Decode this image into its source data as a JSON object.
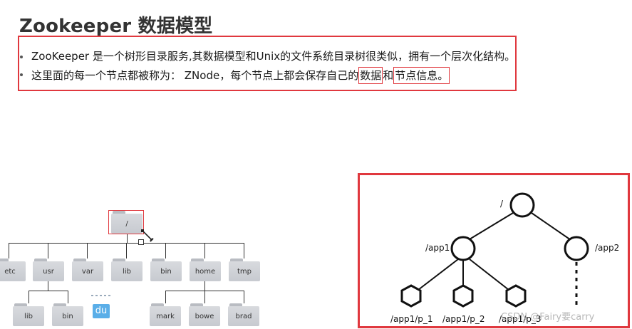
{
  "title": "Zookeeper 数据模型",
  "description": {
    "line1": "ZooKeeper 是一个树形目录服务,其数据模型和Unix的文件系统目录树很类似，拥有一个层次化结构。",
    "line2_prefix": "这里面的每一个节点都被称为： ZNode，每个节点上都会保存自己的",
    "line2_hl1": "数据",
    "line2_mid": "和",
    "line2_hl2": "节点信息。"
  },
  "folder_tree": {
    "root": "/",
    "level1": [
      "etc",
      "usr",
      "var",
      "lib",
      "bin",
      "home",
      "tmp"
    ],
    "usr_children": [
      "lib",
      "bin"
    ],
    "home_children": [
      "mark",
      "bowe",
      "brad"
    ],
    "app_badge": "du"
  },
  "znode_tree": {
    "root": "/",
    "app1": "/app1",
    "app2": "/app2",
    "children": [
      "/app1/p_1",
      "/app1/p_2",
      "/app1/p_3"
    ]
  },
  "watermark": "CSDN @Fairy要carry"
}
